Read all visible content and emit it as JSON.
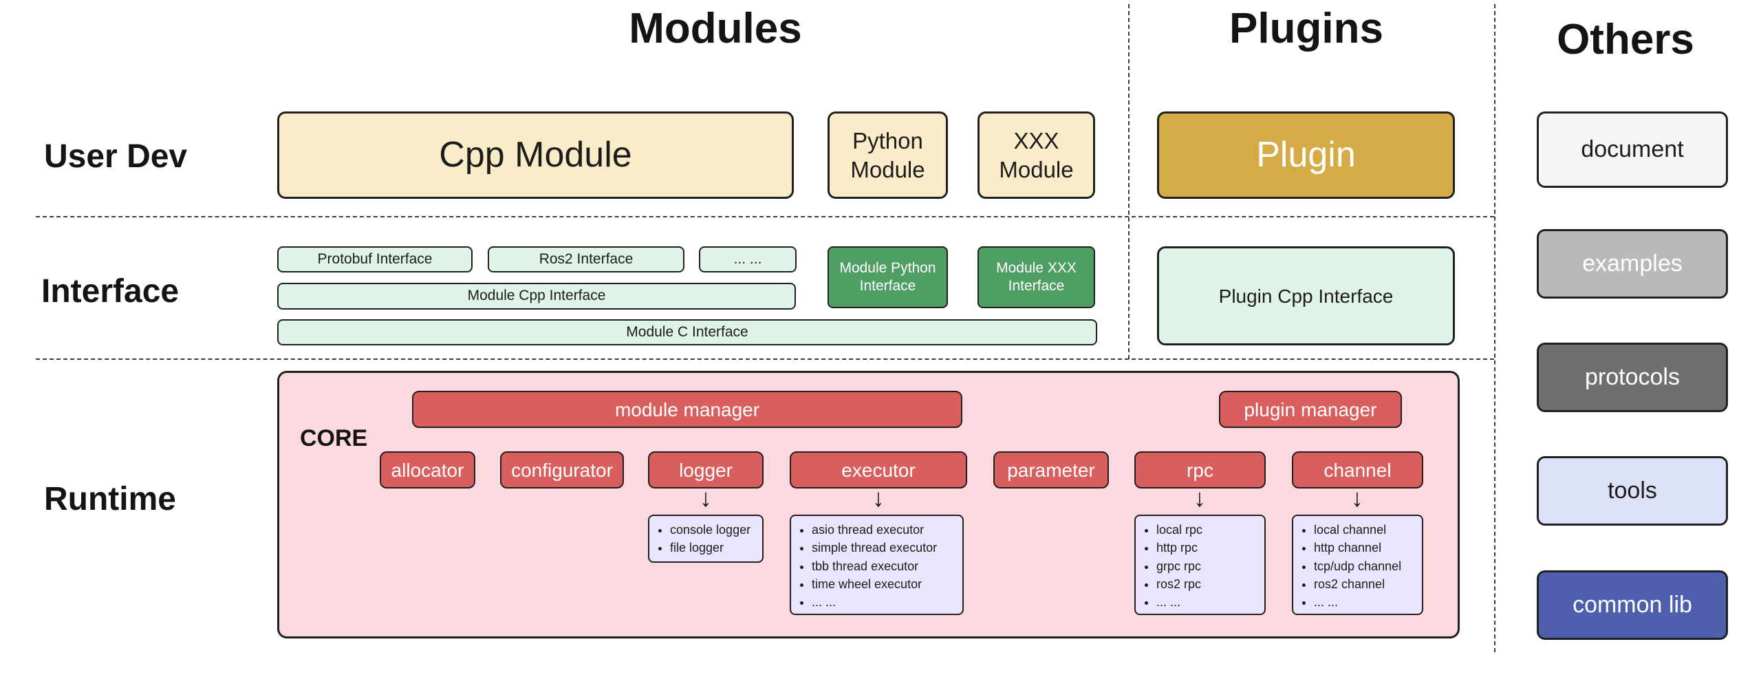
{
  "headers": {
    "modules": "Modules",
    "plugins": "Plugins",
    "others": "Others"
  },
  "row_labels": {
    "user_dev": "User Dev",
    "interface": "Interface",
    "runtime": "Runtime"
  },
  "user_dev": {
    "cpp_module": "Cpp Module",
    "python_module": "Python Module",
    "xxx_module": "XXX Module",
    "plugin": "Plugin"
  },
  "interface": {
    "protobuf": "Protobuf Interface",
    "ros2": "Ros2 Interface",
    "more": "... ...",
    "module_cpp": "Module Cpp Interface",
    "module_c": "Module C Interface",
    "module_python": "Module Python Interface",
    "module_xxx": "Module XXX Interface",
    "plugin_cpp": "Plugin Cpp Interface"
  },
  "others": {
    "items": [
      "document",
      "examples",
      "protocols",
      "tools",
      "common lib"
    ]
  },
  "runtime": {
    "core": "CORE",
    "module_manager": "module manager",
    "plugin_manager": "plugin manager",
    "components": [
      "allocator",
      "configurator",
      "logger",
      "executor",
      "parameter",
      "rpc",
      "channel"
    ],
    "logger_impls": [
      "console logger",
      "file logger"
    ],
    "executor_impls": [
      "asio thread executor",
      "simple thread executor",
      "tbb thread executor",
      "time wheel executor",
      "... ..."
    ],
    "rpc_impls": [
      "local rpc",
      "http rpc",
      "grpc rpc",
      "ros2 rpc",
      "... ..."
    ],
    "channel_impls": [
      "local channel",
      "http channel",
      "tcp/udp channel",
      "ros2 channel",
      "... ..."
    ]
  },
  "colors": {
    "module_yellow": "#faecc8",
    "plugin_gold": "#d4ab44",
    "interface_light_green": "#dff3e7",
    "interface_dark_green": "#4f9e64",
    "core_pink": "#fcd9de",
    "component_red": "#d95f5f",
    "impl_lavender": "#eae4fc",
    "others_document": "#f5f5f5",
    "others_examples": "#b9b9b9",
    "others_protocols": "#6f6f6f",
    "others_tools": "#dde1f8",
    "others_common_lib": "#4e5fae",
    "line_dark": "#202020"
  }
}
